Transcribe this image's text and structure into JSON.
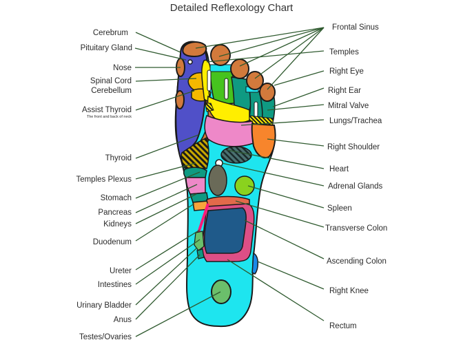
{
  "title": "Detailed Reflexology Chart",
  "colors": {
    "outline": "#1a1a1a",
    "leader": "#2f5a2f",
    "cyan": "#1ee5ef",
    "blue_violet": "#5050c8",
    "toe_brown": "#d27a3c",
    "yellow": "#ffee00",
    "gold": "#f4b800",
    "green": "#46c31e",
    "teal": "#0f9a82",
    "pink": "#ee88c8",
    "orange": "#f7852c",
    "olive_hatch": "#c8a800",
    "slate_hatch": "#2d5c5c",
    "gray": "#6a6a58",
    "lime": "#8ad21e",
    "dark_blue": "#1f5a8a",
    "rose": "#dd4f86",
    "magenta": "#ff1a7a",
    "mint": "#6bbf6b",
    "sky": "#1a8ae8"
  },
  "labels": {
    "left": [
      {
        "text": "Cerebrum"
      },
      {
        "text": "Pituitary Gland"
      },
      {
        "text": "Nose"
      },
      {
        "text": "Spinal Cord"
      },
      {
        "text": "Cerebellum"
      },
      {
        "text": "Assist Thyroid"
      },
      {
        "text": "The front and back of neck"
      },
      {
        "text": "Thyroid"
      },
      {
        "text": "Temples Plexus"
      },
      {
        "text": "Stomach"
      },
      {
        "text": "Pancreas"
      },
      {
        "text": "Kidneys"
      },
      {
        "text": "Duodenum"
      },
      {
        "text": "Ureter"
      },
      {
        "text": "Intestines"
      },
      {
        "text": "Urinary Bladder"
      },
      {
        "text": "Anus"
      },
      {
        "text": "Testes/Ovaries"
      }
    ],
    "right": [
      {
        "text": "Frontal Sinus"
      },
      {
        "text": "Temples"
      },
      {
        "text": "Right Eye"
      },
      {
        "text": "Right Ear"
      },
      {
        "text": "Mitral Valve"
      },
      {
        "text": "Lungs/Trachea"
      },
      {
        "text": "Right Shoulder"
      },
      {
        "text": "Heart"
      },
      {
        "text": "Adrenal Glands"
      },
      {
        "text": "Spleen"
      },
      {
        "text": "Transverse Colon"
      },
      {
        "text": "Ascending Colon"
      },
      {
        "text": "Right Knee"
      },
      {
        "text": "Rectum"
      }
    ]
  }
}
